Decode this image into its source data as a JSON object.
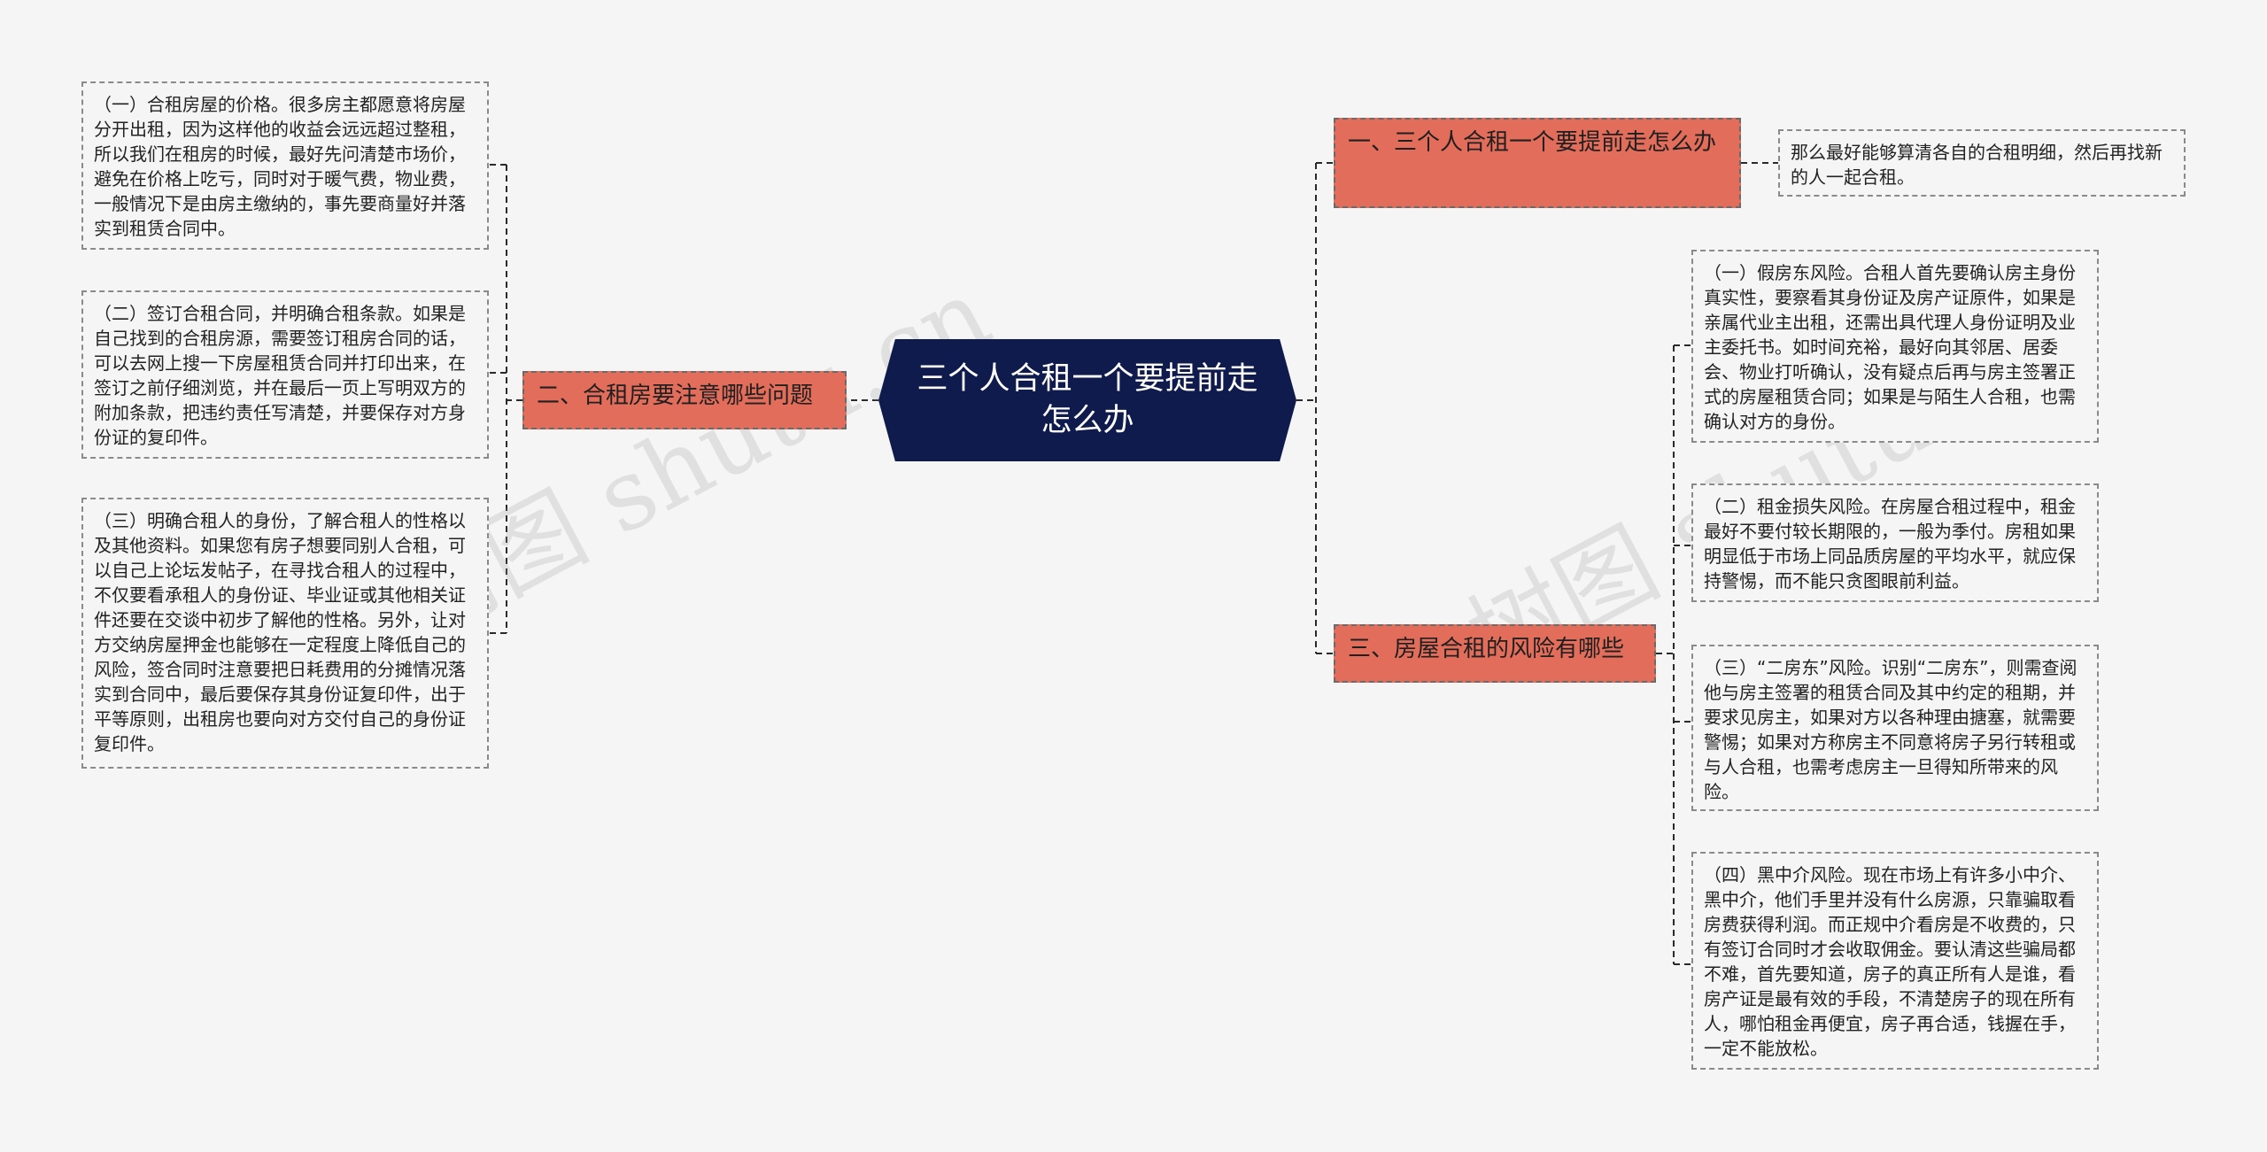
{
  "watermarks": [
    "树图 shutu.cn",
    "树图 shutu.cn"
  ],
  "root": {
    "label": "三个人合租一个要提前走怎么办"
  },
  "branches": [
    {
      "label": "一、三个人合租一个要提前走怎么办",
      "items": [
        "那么最好能够算清各自的合租明细，然后再找新的人一起合租。"
      ]
    },
    {
      "label": "二、合租房要注意哪些问题",
      "items": [
        "（一）合租房屋的价格。很多房主都愿意将房屋分开出租，因为这样他的收益会远远超过整租，所以我们在租房的时候，最好先问清楚市场价，避免在价格上吃亏，同时对于暖气费，物业费，一般情况下是由房主缴纳的，事先要商量好并落实到租赁合同中。",
        "（二）签订合租合同，并明确合租条款。如果是自己找到的合租房源，需要签订租房合同的话，可以去网上搜一下房屋租赁合同并打印出来，在签订之前仔细浏览，并在最后一页上写明双方的附加条款，把违约责任写清楚，并要保存对方身份证的复印件。",
        "（三）明确合租人的身份，了解合租人的性格以及其他资料。如果您有房子想要同别人合租，可以自己上论坛发帖子，在寻找合租人的过程中，不仅要看承租人的身份证、毕业证或其他相关证件还要在交谈中初步了解他的性格。另外，让对方交纳房屋押金也能够在一定程度上降低自己的风险，签合同时注意要把日耗费用的分摊情况落实到合同中，最后要保存其身份证复印件，出于平等原则，出租房也要向对方交付自己的身份证复印件。"
      ]
    },
    {
      "label": "三、房屋合租的风险有哪些",
      "items": [
        "（一）假房东风险。合租人首先要确认房主身份真实性，要察看其身份证及房产证原件，如果是亲属代业主出租，还需出具代理人身份证明及业主委托书。如时间充裕，最好向其邻居、居委会、物业打听确认，没有疑点后再与房主签署正式的房屋租赁合同；如果是与陌生人合租，也需确认对方的身份。",
        "（二）租金损失风险。在房屋合租过程中，租金最好不要付较长期限的，一般为季付。房租如果明显低于市场上同品质房屋的平均水平，就应保持警惕，而不能只贪图眼前利益。",
        "（三）“二房东”风险。识别“二房东”，则需查阅他与房主签署的租赁合同及其中约定的租期，并要求见房主，如果对方以各种理由搪塞，就需要警惕；如果对方称房主不同意将房子另行转租或与人合租，也需考虑房主一旦得知所带来的风险。",
        "（四）黑中介风险。现在市场上有许多小中介、黑中介，他们手里并没有什么房源，只靠骗取看房费获得利润。而正规中介看房是不收费的，只有签订合同时才会收取佣金。要认清这些骗局都不难，首先要知道，房子的真正所有人是谁，看房产证是最有效的手段，不清楚房子的现在所有人，哪怕租金再便宜，房子再合适，钱握在手，一定不能放松。"
      ]
    }
  ]
}
